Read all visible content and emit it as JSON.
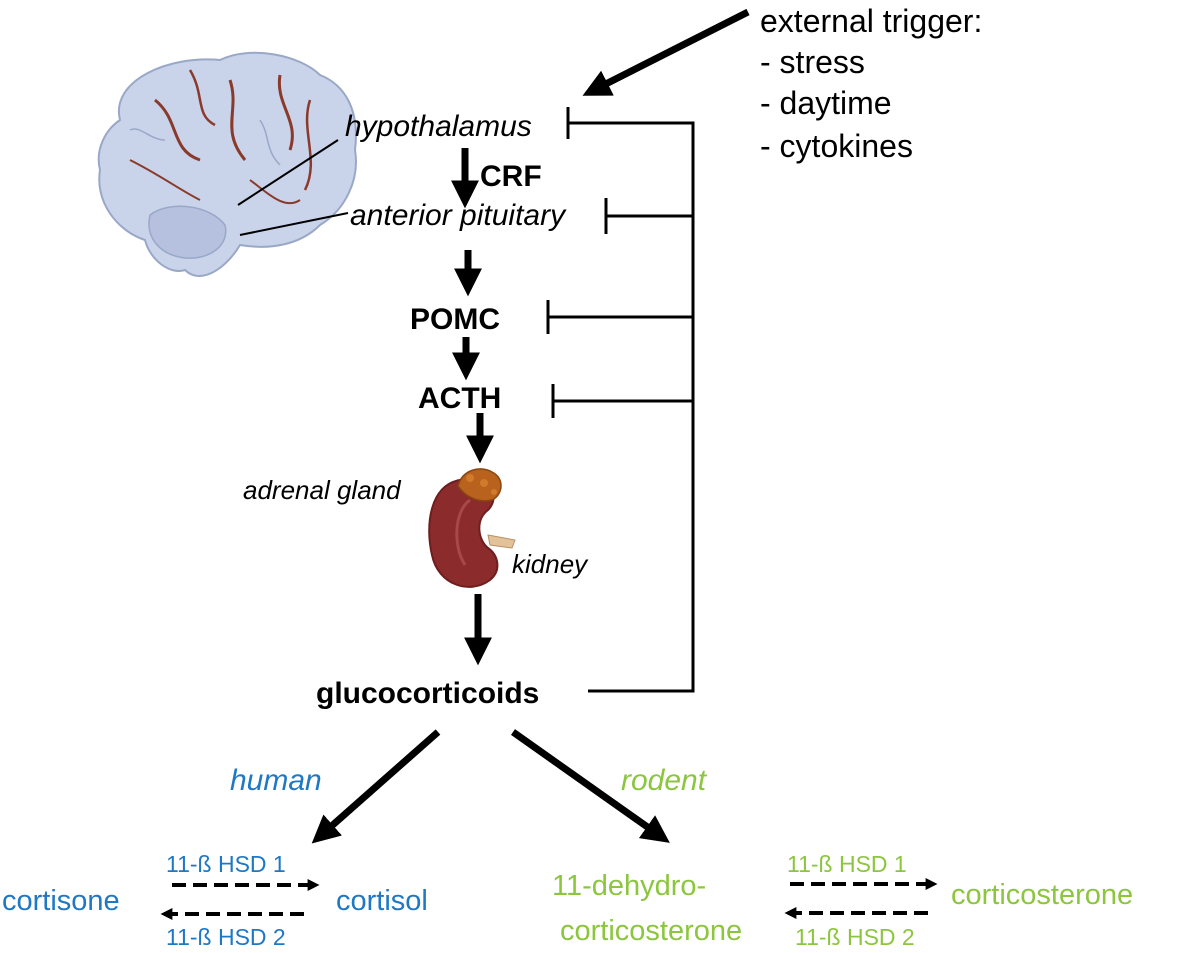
{
  "trigger": {
    "title": "external trigger:",
    "items": [
      "- stress",
      "- daytime",
      "- cytokines"
    ]
  },
  "labels": {
    "hypothalamus": "hypothalamus",
    "crf": "CRF",
    "anterior_pituitary": "anterior pituitary",
    "pomc": "POMC",
    "acth": "ACTH",
    "adrenal_gland": "adrenal gland",
    "kidney": "kidney",
    "glucocorticoids": "glucocorticoids"
  },
  "human": {
    "label": "human",
    "left": "cortisone",
    "right": "cortisol",
    "enzyme_top": "11-ß HSD 1",
    "enzyme_bottom": "11-ß HSD 2",
    "color": "#1f78c4"
  },
  "rodent": {
    "label": "rodent",
    "left_line1": "11-dehydro-",
    "left_line2": "corticosterone",
    "right": "corticosterone",
    "enzyme_top": "11-ß HSD 1",
    "enzyme_bottom": "11-ß HSD 2",
    "color": "#8cc63e"
  },
  "colors": {
    "arrow": "#000000",
    "kidney": "#8b2b2b",
    "adrenal": "#b8621e",
    "brain": "#c9d3ea"
  }
}
